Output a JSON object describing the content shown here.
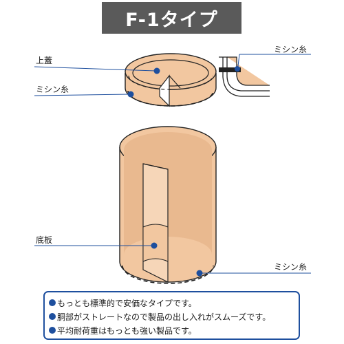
{
  "title": "F-1タイプ",
  "labels": {
    "lid": "上蓋",
    "sewing_thread_lid": "ミシン糸",
    "sewing_thread_detail": "ミシン糸",
    "bottom_plate": "底板",
    "sewing_thread_body": "ミシン糸"
  },
  "notes": [
    "もっとも標準的で安価なタイプです。",
    "胴部がストレートなので製品の出し入れがスムーズです。",
    "平均耐荷重はもっとも強い製品です。"
  ],
  "colors": {
    "kraft": "#f2c7a0",
    "kraft_dark": "#c9946a",
    "outline": "#222222",
    "accent_blue": "#1e4f9e",
    "banner": "#5a5a5a"
  }
}
